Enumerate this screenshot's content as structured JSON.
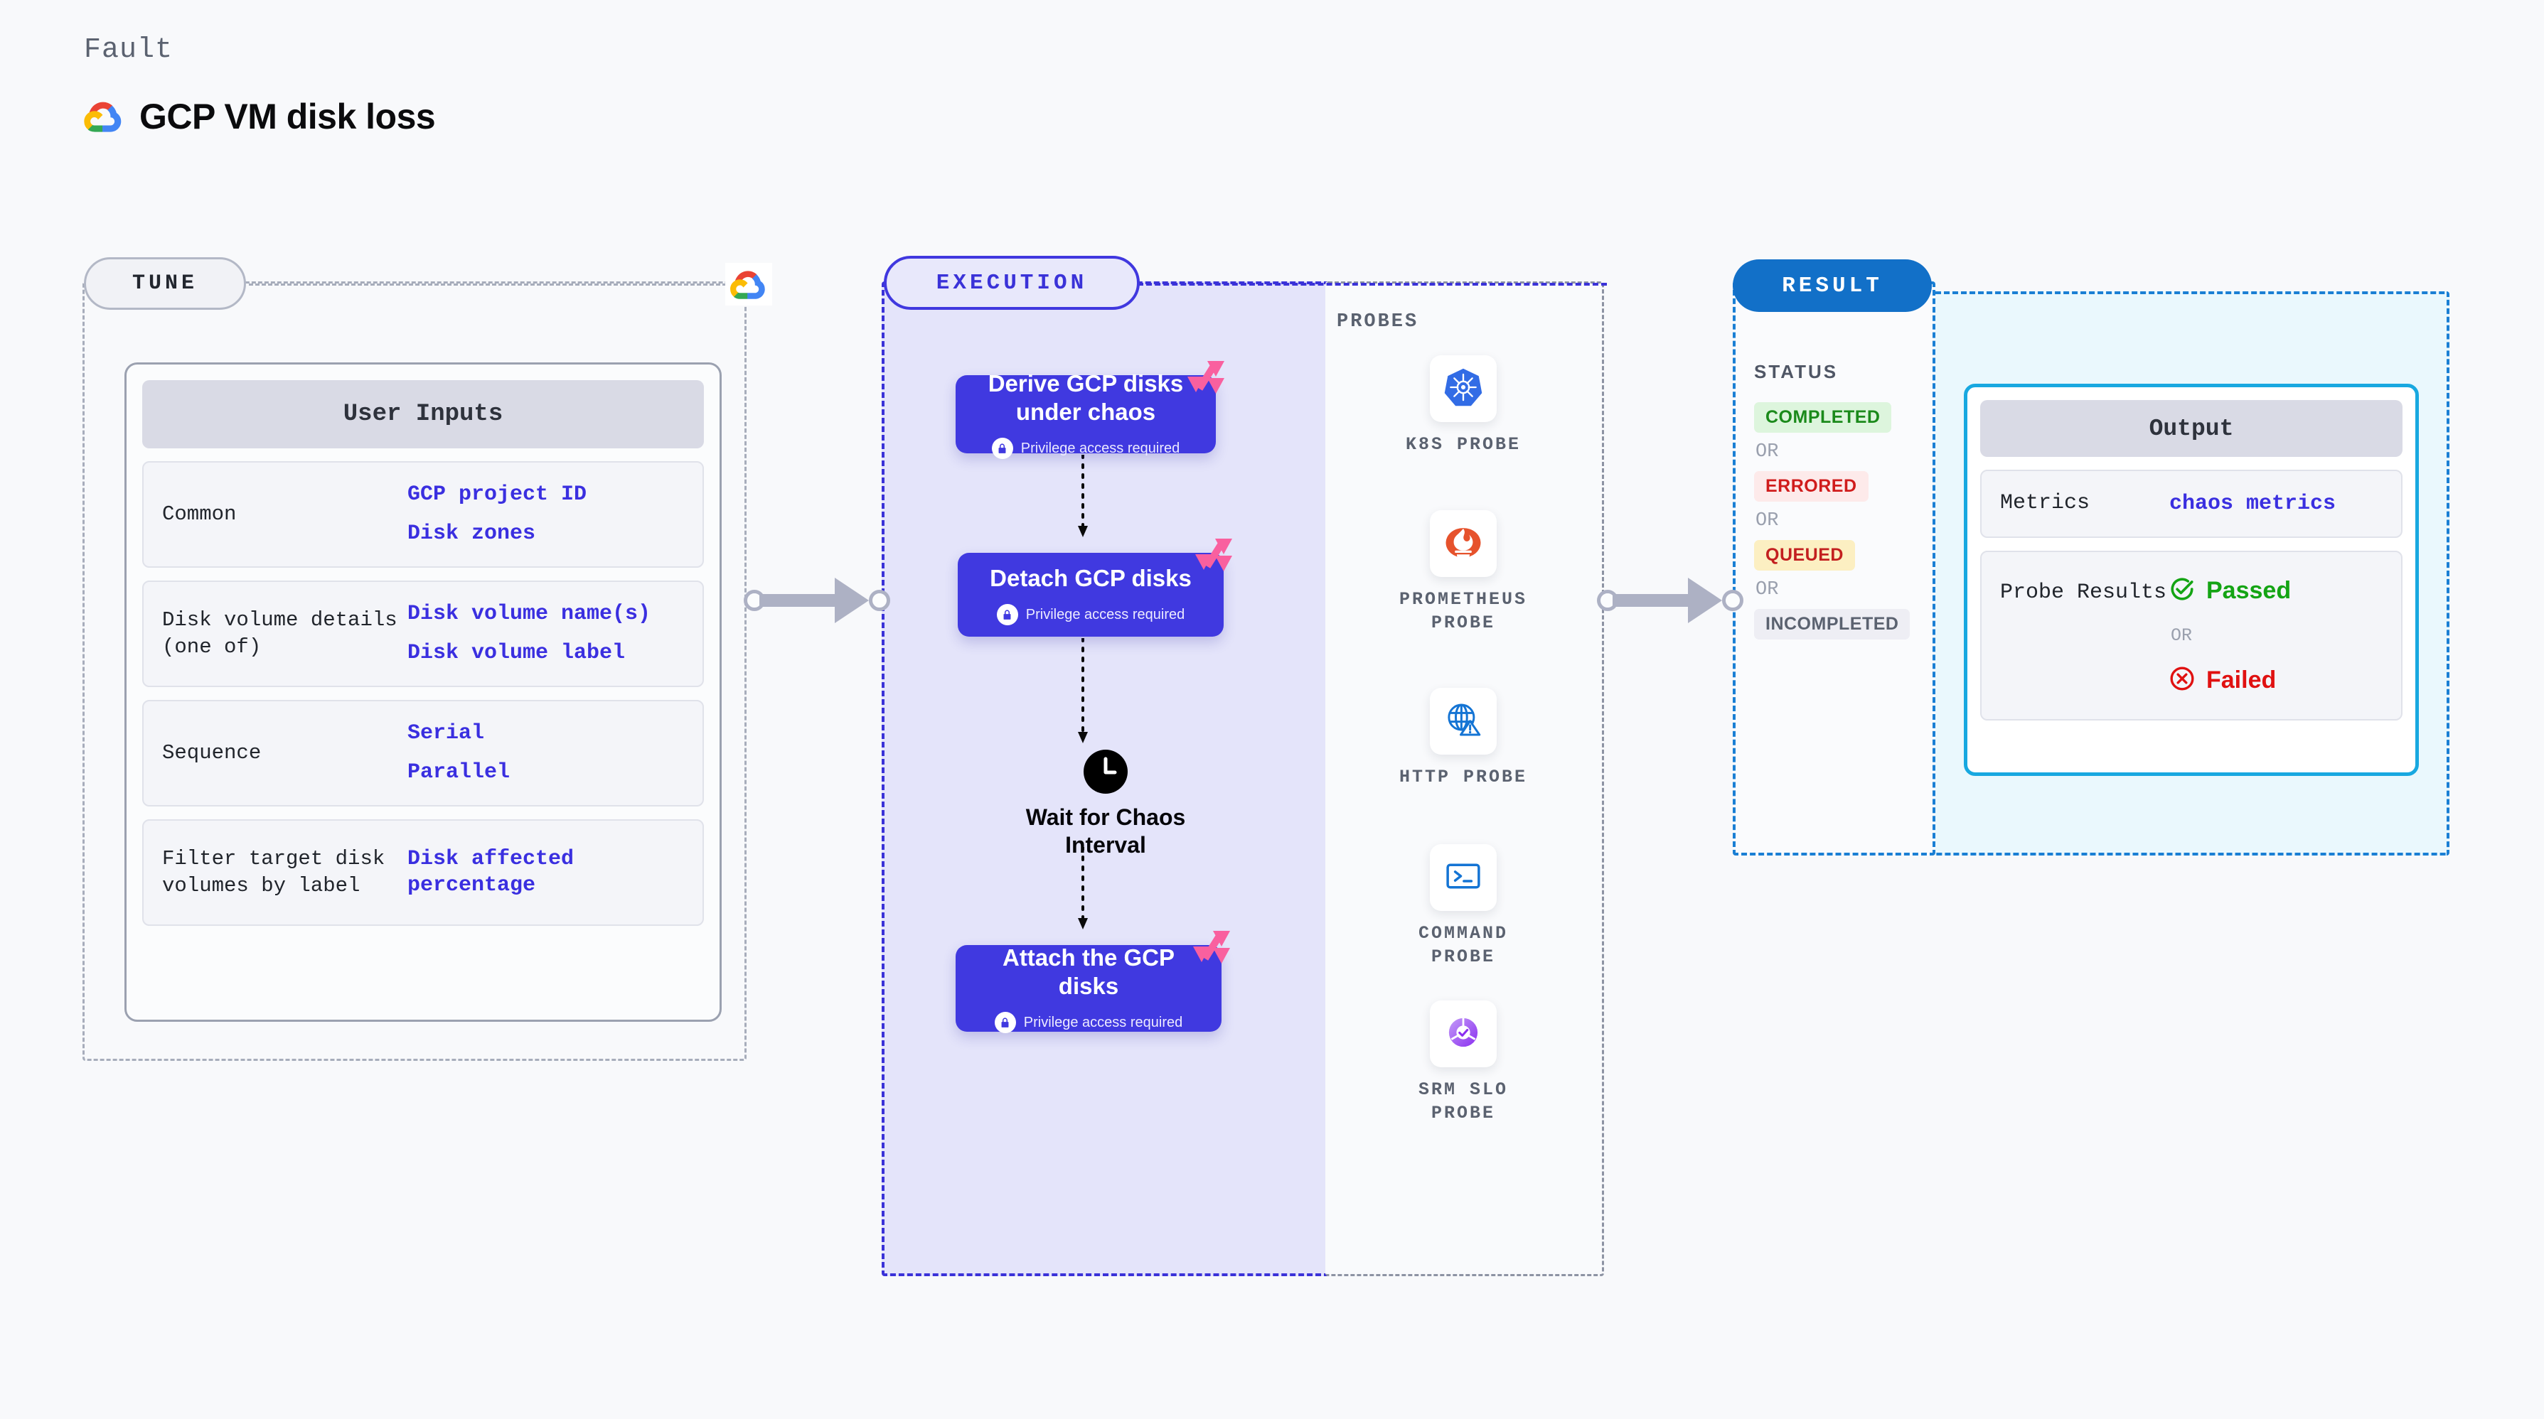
{
  "header": {
    "eyebrow": "Fault",
    "title": "GCP VM disk loss",
    "logo_icon": "google-cloud-logo"
  },
  "tune": {
    "badge": "TUNE",
    "cloud_icon": "google-cloud-logo",
    "card_title": "User Inputs",
    "rows": [
      {
        "key": "Common",
        "values": [
          "GCP project ID",
          "Disk zones"
        ]
      },
      {
        "key": "Disk volume details (one of)",
        "values": [
          "Disk volume name(s)",
          "Disk volume label"
        ]
      },
      {
        "key": "Sequence",
        "values": [
          "Serial",
          "Parallel"
        ]
      },
      {
        "key": "Filter target disk volumes by label",
        "values": [
          "Disk affected percentage"
        ]
      }
    ]
  },
  "execution": {
    "badge": "EXECUTION",
    "privilege_text": "Privilege access required",
    "lock_icon": "lock-icon",
    "litmus_icon": "litmus-logo-icon",
    "steps": [
      {
        "title": "Derive GCP disks under chaos",
        "privileged": true
      },
      {
        "title": "Detach GCP disks",
        "privileged": true
      },
      {
        "title": "Attach the GCP disks",
        "privileged": true
      }
    ],
    "wait_node": {
      "label": "Wait for Chaos Interval",
      "icon": "clock-icon"
    }
  },
  "probes": {
    "label": "PROBES",
    "items": [
      {
        "name": "K8S PROBE",
        "icon": "kubernetes-icon"
      },
      {
        "name": "PROMETHEUS PROBE",
        "icon": "prometheus-icon"
      },
      {
        "name": "HTTP PROBE",
        "icon": "http-globe-warning-icon"
      },
      {
        "name": "COMMAND PROBE",
        "icon": "terminal-icon"
      },
      {
        "name": "SRM SLO PROBE",
        "icon": "srm-slo-icon"
      }
    ]
  },
  "result": {
    "badge": "RESULT",
    "status_label": "STATUS",
    "or_text": "OR",
    "statuses": [
      {
        "label": "COMPLETED",
        "bg": "#ddf5dd",
        "fg": "#1b8a1b"
      },
      {
        "label": "ERRORED",
        "bg": "#fdeaea",
        "fg": "#d01c1c"
      },
      {
        "label": "QUEUED",
        "bg": "#fcefc2",
        "fg": "#c31f1f"
      },
      {
        "label": "INCOMPLETED",
        "bg": "#eeeef4",
        "fg": "#5b6270"
      }
    ],
    "output": {
      "title": "Output",
      "metrics_key": "Metrics",
      "metrics_value": "chaos metrics",
      "probe_results_key": "Probe Results",
      "passed_label": "Passed",
      "failed_label": "Failed",
      "passed_icon": "check-circle-icon",
      "failed_icon": "x-circle-icon",
      "or_text": "OR",
      "passed_color": "#14a414",
      "failed_color": "#e01111"
    }
  },
  "colors": {
    "accent_purple": "#4039e0",
    "accent_blue": "#1270c8",
    "cyan": "#18a8e0",
    "litmus_pink": "#f9609f"
  }
}
